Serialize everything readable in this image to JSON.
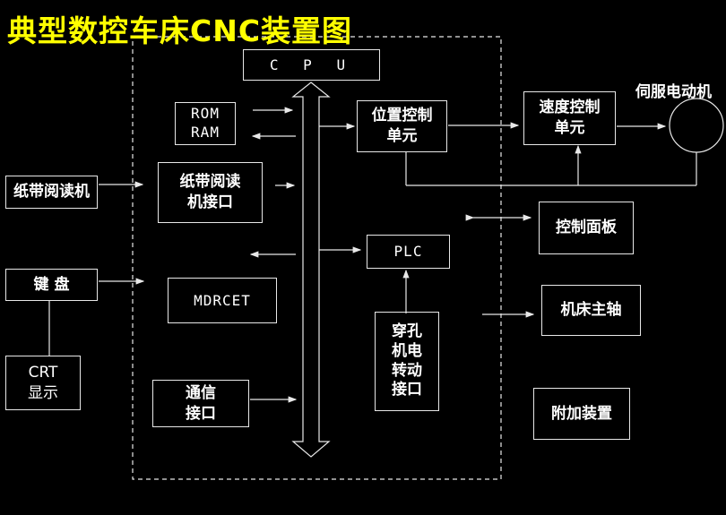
{
  "title": "典型数控车床CNC装置图",
  "blocks": {
    "cpu": "C P U",
    "rom_ram": "ROM\nRAM",
    "tape_interface": "纸带阅读\n机接口",
    "mdi_crt": "MDRCET",
    "comm_interface": "通信\n接口",
    "position_control": "位置控制\n单元",
    "speed_control": "速度控制\n单元",
    "plc": "PLC",
    "io_interface": "穿孔\n机电\n转动\n接口",
    "tape_reader": "纸带阅读机",
    "keyboard": "键   盘",
    "crt_display": "CRT\n显示",
    "control_panel": "控制面板",
    "spindle": "机床主轴",
    "auxiliary": "附加装置"
  },
  "servo_motor_label": "伺服电动机",
  "colors": {
    "background": "#000000",
    "title": "#ffff00",
    "lines": "#e8e8e8"
  }
}
